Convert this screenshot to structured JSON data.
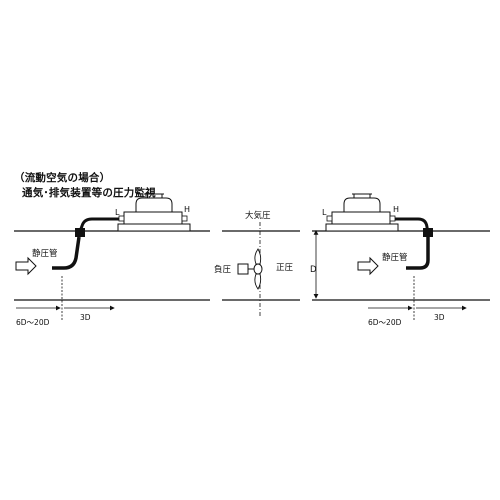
{
  "title": {
    "line1": "（流動空気の場合）",
    "line2": "通気･排気装置等の圧力監視"
  },
  "left_setup": {
    "port_low": "L",
    "port_high": "H",
    "pitot_label": "静圧管",
    "dim_upstream": "6D～20D",
    "dim_downstream": "3D"
  },
  "center_setup": {
    "atmospheric_label": "大気圧",
    "negative_label": "負圧",
    "positive_label": "正圧",
    "diameter_label": "D"
  },
  "right_setup": {
    "port_low": "L",
    "port_high": "H",
    "pitot_label": "静圧管",
    "dim_upstream": "6D～20D",
    "dim_downstream": "3D"
  }
}
